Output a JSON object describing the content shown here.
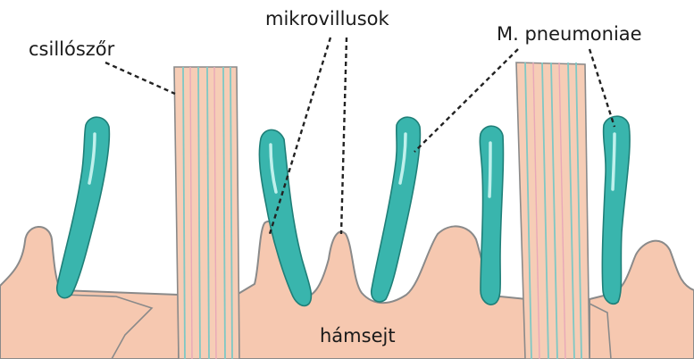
{
  "labels": {
    "cilium": "csillószőr",
    "microvilli": "mikrovillusok",
    "bacterium": "M. pneumoniae",
    "epithelial_cell": "hámsejt"
  },
  "colors": {
    "cell_fill": "#f6c8b0",
    "bacterium_fill": "#39b5ad",
    "cilium_fiber": "#7fc8c4"
  }
}
